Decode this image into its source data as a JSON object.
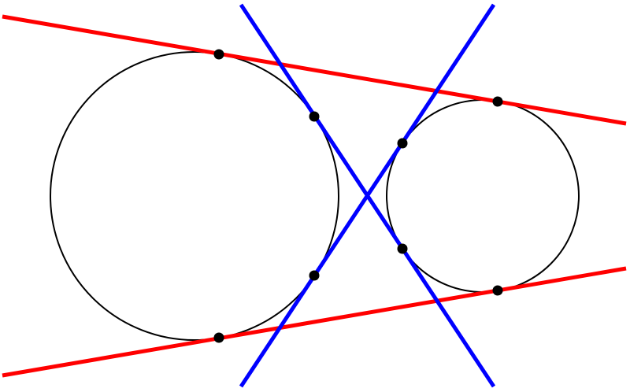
{
  "diagram": {
    "type": "common-tangents-of-two-circles",
    "colors": {
      "background": "#ffffff",
      "circle_stroke": "#000000",
      "external_tangent": "#ff0000",
      "internal_tangent": "#0000ff",
      "tangent_point": "#000000"
    },
    "circles": [
      {
        "name": "large-circle"
      },
      {
        "name": "small-circle"
      }
    ],
    "external_tangents": [
      {
        "name": "external-tangent-upper"
      },
      {
        "name": "external-tangent-lower"
      }
    ],
    "internal_tangents": [
      {
        "name": "internal-tangent-descending"
      },
      {
        "name": "internal-tangent-ascending"
      }
    ],
    "tangent_point_count": 8
  }
}
